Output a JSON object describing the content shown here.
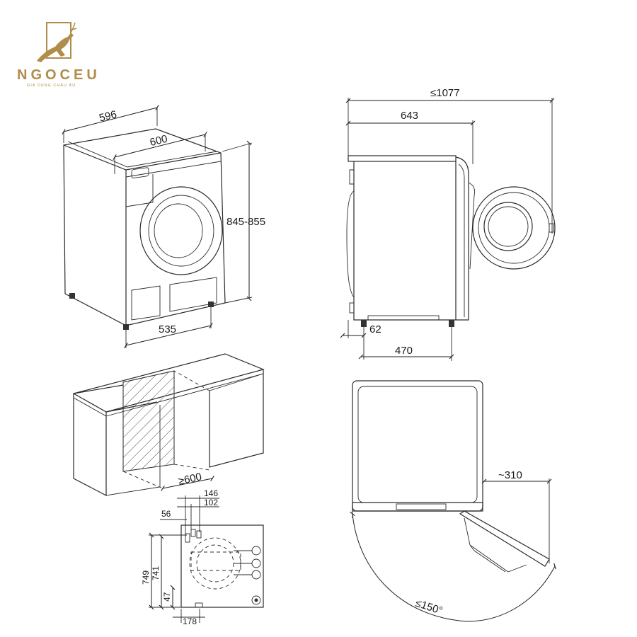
{
  "brand": {
    "name": "NGOCEU",
    "tagline": "GIA DỤNG CHÂU ÂU",
    "color": "#b08d4a"
  },
  "front_view": {
    "width_label": "596",
    "depth_label": "600",
    "height_label": "845-855",
    "feet_span_label": "535"
  },
  "side_view": {
    "total_depth_label": "≤1077",
    "body_depth_label": "643",
    "foot_offset_label": "62",
    "feet_span_label": "470"
  },
  "niche_view": {
    "niche_depth_label": "≥600"
  },
  "rear_view": {
    "dim_146": "146",
    "dim_102": "102",
    "dim_56": "56",
    "dim_749": "749",
    "dim_741": "741",
    "dim_47": "47",
    "dim_178": "178"
  },
  "top_view": {
    "door_clearance_label": "~310",
    "door_angle_label": "≤150°"
  }
}
